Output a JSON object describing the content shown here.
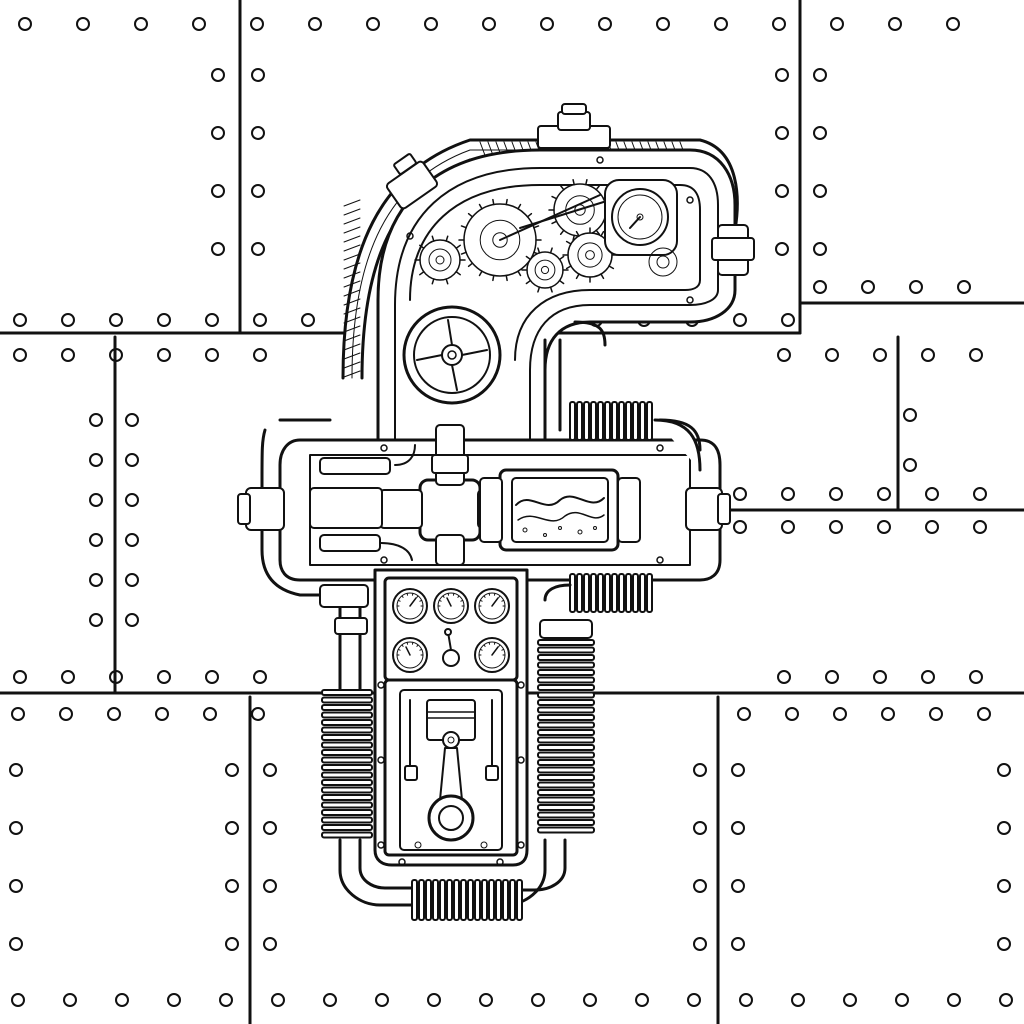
{
  "image": {
    "subject": "steampunk-pipe-machine-letter-f",
    "style": "black-and-white line art",
    "colors": {
      "ink": "#111111",
      "paper": "#ffffff"
    }
  },
  "background": {
    "pattern": "riveted-metal-panels"
  },
  "gauges": [
    {
      "name": "top-pressure-gauge"
    },
    {
      "name": "panel-gauge-1"
    },
    {
      "name": "panel-gauge-2"
    },
    {
      "name": "panel-gauge-3"
    },
    {
      "name": "panel-gauge-4"
    },
    {
      "name": "panel-gauge-5"
    }
  ]
}
